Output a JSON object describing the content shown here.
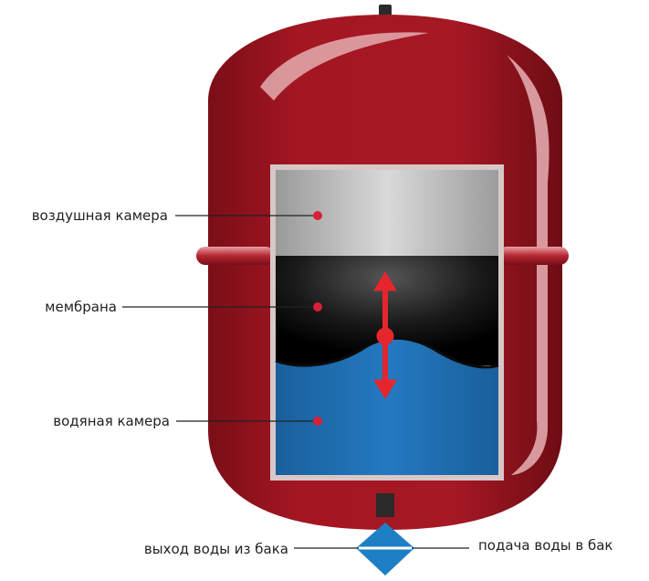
{
  "labels": {
    "air_chamber": "воздушная камера",
    "membrane": "мембрана",
    "water_chamber": "водяная камера",
    "water_outlet": "выход воды из бака",
    "water_inlet": "подача воды в бак"
  },
  "colors": {
    "tank_red": "#a31622",
    "tank_dark": "#7d0f18",
    "air_gray": "#bdbdbd",
    "membrane_black": "#111111",
    "water_blue": "#1f6fb2",
    "arrow_red": "#e5262c",
    "dot_red": "#d8203a",
    "diamond_blue": "#1f7fc4",
    "leader_line": "#222222"
  },
  "icons": {
    "membrane_motion": "double-arrow-vertical-icon",
    "connection": "diamond-fitting-icon"
  }
}
